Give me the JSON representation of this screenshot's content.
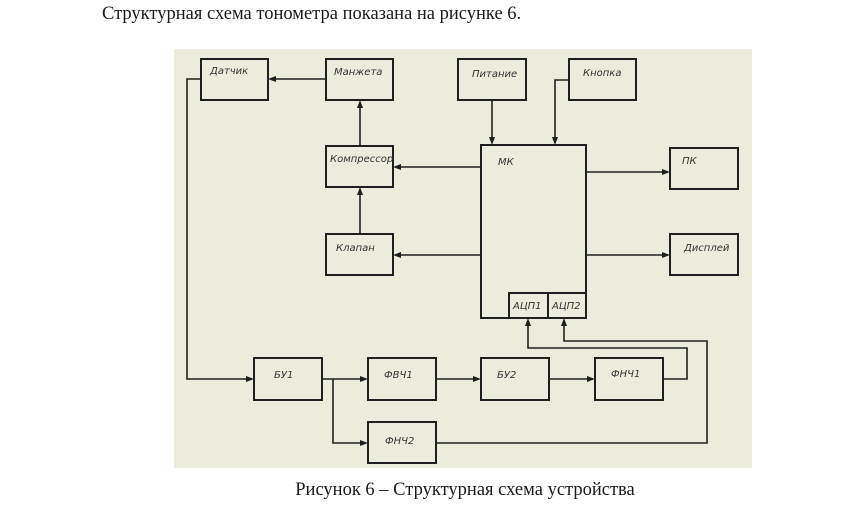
{
  "text": {
    "intro": "Структурная схема тонометра показана на рисунке 6.",
    "caption": "Рисунок 6 – Структурная схема устройства"
  },
  "diagram": {
    "background_color": "#ececdc",
    "line_color": "#1f1f1f",
    "blocks": {
      "sensor": "Датчик",
      "cuff": "Манжета",
      "power": "Питание",
      "button": "Кнопка",
      "compressor": "Компрессор",
      "mcu": "МК",
      "pc": "ПК",
      "valve": "Клапан",
      "display": "Дисплей",
      "adc1": "АЦП1",
      "adc2": "АЦП2",
      "amp1": "БУ1",
      "hpf1": "ФВЧ1",
      "amp2": "БУ2",
      "lpf1": "ФНЧ1",
      "lpf2": "ФНЧ2"
    },
    "connections": [
      {
        "from": "Манжета",
        "to": "Датчик"
      },
      {
        "from": "Компрессор",
        "to": "Манжета"
      },
      {
        "from": "Клапан",
        "to": "Компрессор"
      },
      {
        "from": "МК",
        "to": "Компрессор"
      },
      {
        "from": "МК",
        "to": "Клапан"
      },
      {
        "from": "Питание",
        "to": "МК"
      },
      {
        "from": "Кнопка",
        "to": "МК"
      },
      {
        "from": "МК",
        "to": "ПК"
      },
      {
        "from": "МК",
        "to": "Дисплей"
      },
      {
        "from": "Датчик",
        "to": "БУ1"
      },
      {
        "from": "БУ1",
        "to": "ФВЧ1"
      },
      {
        "from": "БУ1",
        "to": "ФНЧ2"
      },
      {
        "from": "ФВЧ1",
        "to": "БУ2"
      },
      {
        "from": "БУ2",
        "to": "ФНЧ1"
      },
      {
        "from": "ФНЧ1",
        "to": "АЦП1"
      },
      {
        "from": "ФНЧ2",
        "to": "АЦП2"
      }
    ]
  }
}
